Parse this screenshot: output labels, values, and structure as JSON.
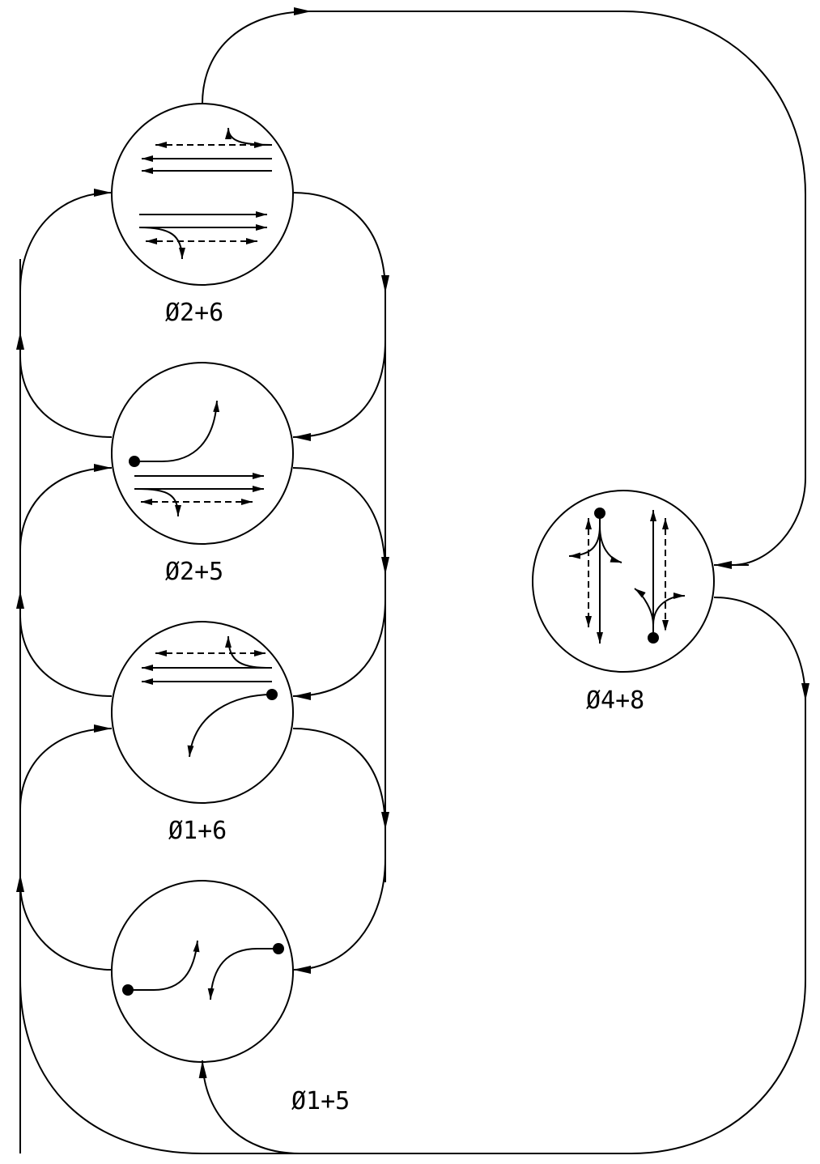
{
  "phases": [
    {
      "id": "p26",
      "label": "Ø2+6"
    },
    {
      "id": "p25",
      "label": "Ø2+5"
    },
    {
      "id": "p16",
      "label": "Ø1+6"
    },
    {
      "id": "p15",
      "label": "Ø1+5"
    },
    {
      "id": "p48",
      "label": "Ø4+8"
    }
  ],
  "colors": {
    "line": "#000000",
    "background": "#ffffff"
  }
}
